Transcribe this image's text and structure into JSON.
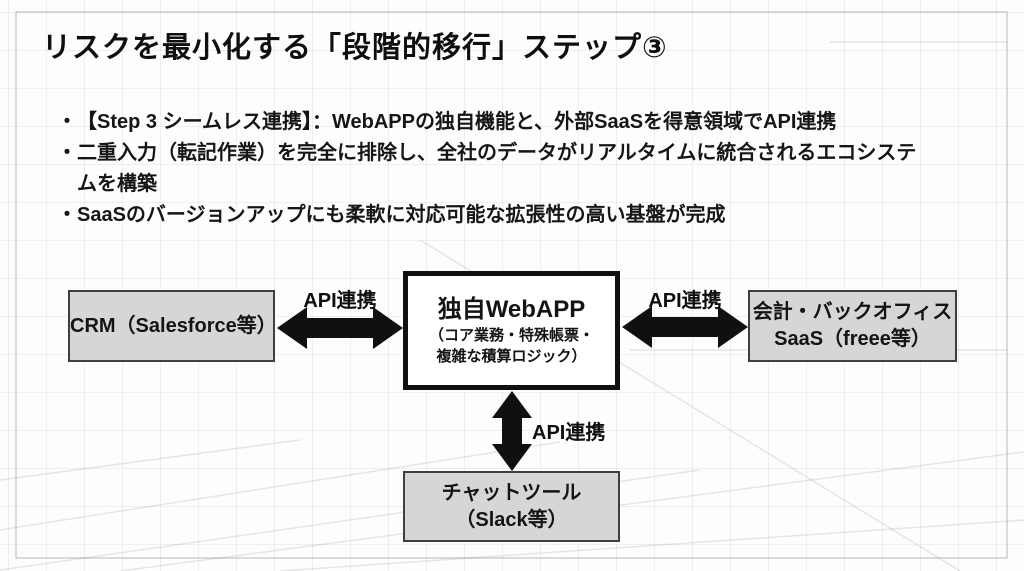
{
  "slide": {
    "title": "リスクを最小化する「段階的移行」ステップ③",
    "bullet_marker": "・",
    "bullets": [
      "【Step 3 シームレス連携】：WebAPPの独自機能と、外部SaaSを得意領域でAPI連携",
      "二重入力（転記作業）を完全に排除し、全社のデータがリアルタイムに統合されるエコシステムを構築",
      "SaaSのバージョンアップにも柔軟に対応可能な拡張性の高い基盤が完成"
    ]
  },
  "diagram": {
    "nodes": {
      "crm": {
        "label": "CRM（Salesforce等）"
      },
      "webapp": {
        "title": "独自WebAPP",
        "subtitle_line1": "（コア業務・特殊帳票・",
        "subtitle_line2": "複雑な積算ロジック）"
      },
      "saas": {
        "line1": "会計・バックオフィス",
        "line2": "SaaS（freee等）"
      },
      "chat": {
        "line1": "チャットツール",
        "line2": "（Slack等）"
      }
    },
    "connections": {
      "left_label": "API連携",
      "right_label": "API連携",
      "bottom_label": "API連携"
    },
    "colors": {
      "node_fill": "#d6d6d6",
      "node_border": "#3f3f3f",
      "webapp_fill": "#ffffff",
      "webapp_border": "#101010",
      "arrow": "#101010",
      "text": "#141414",
      "grid_line": "#e8e8e8"
    }
  }
}
